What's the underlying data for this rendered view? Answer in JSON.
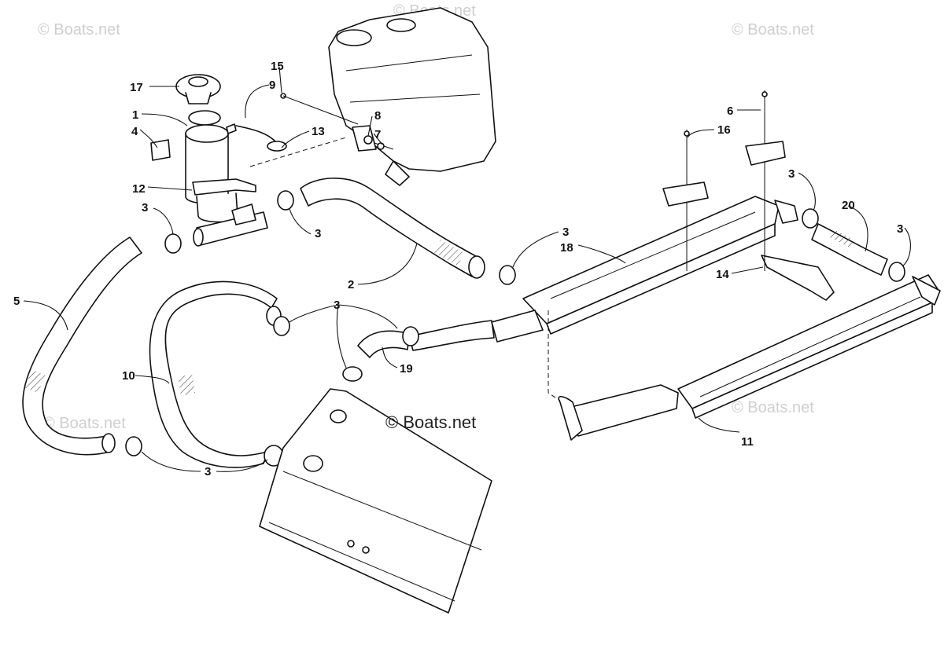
{
  "watermarks": {
    "top_left": "© Boats.net",
    "top_mid": "© Boats.net",
    "top_right": "© Boats.net",
    "left_mid": "© Boats.net",
    "right_mid": "© Boats.net",
    "center": "© Boats.net"
  },
  "callouts": [
    {
      "id": "c17",
      "label": "17"
    },
    {
      "id": "c1",
      "label": "1"
    },
    {
      "id": "c4",
      "label": "4"
    },
    {
      "id": "c12",
      "label": "12"
    },
    {
      "id": "c3a",
      "label": "3"
    },
    {
      "id": "c3b",
      "label": "3"
    },
    {
      "id": "c15",
      "label": "15"
    },
    {
      "id": "c9",
      "label": "9"
    },
    {
      "id": "c13",
      "label": "13"
    },
    {
      "id": "c8",
      "label": "8"
    },
    {
      "id": "c7",
      "label": "7"
    },
    {
      "id": "c6",
      "label": "6"
    },
    {
      "id": "c16",
      "label": "16"
    },
    {
      "id": "c3c",
      "label": "3"
    },
    {
      "id": "c20",
      "label": "20"
    },
    {
      "id": "c3d",
      "label": "3"
    },
    {
      "id": "c3e",
      "label": "3"
    },
    {
      "id": "c18",
      "label": "18"
    },
    {
      "id": "c14",
      "label": "14"
    },
    {
      "id": "c2",
      "label": "2"
    },
    {
      "id": "c5",
      "label": "5"
    },
    {
      "id": "c3f",
      "label": "3"
    },
    {
      "id": "c10",
      "label": "10"
    },
    {
      "id": "c19",
      "label": "19"
    },
    {
      "id": "c3g",
      "label": "3"
    },
    {
      "id": "c11",
      "label": "11"
    }
  ]
}
